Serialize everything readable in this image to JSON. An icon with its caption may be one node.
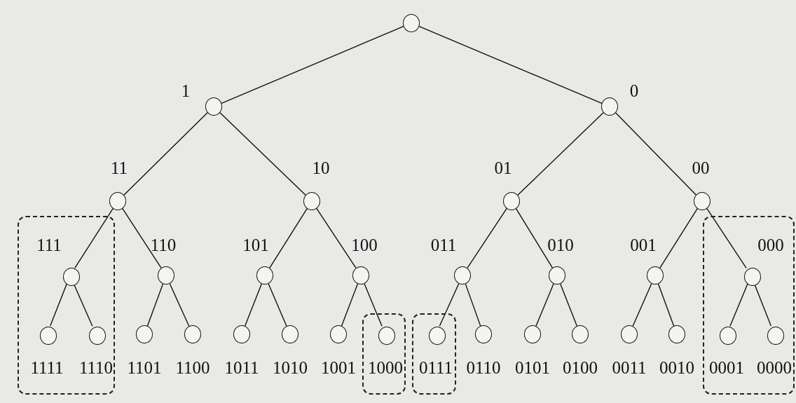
{
  "diagram": {
    "nodes": [
      {
        "text": [],
        "shape": "box"
      },
      {
        "text": [],
        "shape": "box"
      },
      {
        "text": [],
        "shape": "box"
      },
      {
        "text": [],
        "shape": "box"
      },
      {
        "text": [],
        "shape": "circle"
      },
      {
        "text": [],
        "shape": "circle",
        "beside": [
          "1"
        ]
      },
      {
        "text": [],
        "shape": "circle",
        "beside": [
          "0"
        ]
      },
      {
        "text": [],
        "shape": "circle",
        "beside": [
          "11"
        ]
      },
      {
        "text": [],
        "shape": "circle",
        "beside": [
          "10"
        ]
      },
      {
        "text": [],
        "shape": "circle",
        "beside": [
          "01"
        ]
      },
      {
        "text": [],
        "shape": "circle",
        "beside": [
          "00"
        ]
      },
      {
        "text": [],
        "shape": "circle",
        "beside": [
          "111"
        ],
        "in": 0
      },
      {
        "text": [],
        "shape": "circle",
        "beside": [
          "110"
        ]
      },
      {
        "text": [],
        "shape": "circle",
        "beside": [
          "101"
        ]
      },
      {
        "text": [],
        "shape": "circle",
        "beside": [
          "100"
        ]
      },
      {
        "text": [],
        "shape": "circle",
        "beside": [
          "011"
        ]
      },
      {
        "text": [],
        "shape": "circle",
        "beside": [
          "010"
        ]
      },
      {
        "text": [],
        "shape": "circle",
        "beside": [
          "001"
        ]
      },
      {
        "text": [],
        "shape": "circle",
        "beside": [
          "000"
        ],
        "in": 3
      },
      {
        "text": [],
        "shape": "circle",
        "beside": [
          "1111"
        ],
        "in": 0
      },
      {
        "text": [],
        "shape": "circle",
        "beside": [
          "1110"
        ],
        "in": 0
      },
      {
        "text": [],
        "shape": "circle",
        "beside": [
          "1101"
        ]
      },
      {
        "text": [],
        "shape": "circle",
        "beside": [
          "1100"
        ]
      },
      {
        "text": [],
        "shape": "circle",
        "beside": [
          "1011"
        ]
      },
      {
        "text": [],
        "shape": "circle",
        "beside": [
          "1010"
        ]
      },
      {
        "text": [],
        "shape": "circle",
        "beside": [
          "1001"
        ]
      },
      {
        "text": [],
        "shape": "circle",
        "beside": [
          "1000"
        ],
        "in": 1
      },
      {
        "text": [],
        "shape": "circle",
        "beside": [
          "0111"
        ],
        "in": 2
      },
      {
        "text": [],
        "shape": "circle",
        "beside": [
          "0110"
        ]
      },
      {
        "text": [],
        "shape": "circle",
        "beside": [
          "0101"
        ]
      },
      {
        "text": [],
        "shape": "circle",
        "beside": [
          "0100"
        ]
      },
      {
        "text": [],
        "shape": "circle",
        "beside": [
          "0011"
        ]
      },
      {
        "text": [],
        "shape": "circle",
        "beside": [
          "0010"
        ]
      },
      {
        "text": [],
        "shape": "circle",
        "beside": [
          "0001"
        ],
        "in": 3
      },
      {
        "text": [],
        "shape": "circle",
        "beside": [
          "0000"
        ],
        "in": 3
      }
    ],
    "edges": [
      {
        "from": 4,
        "to": 5,
        "arrow": "none"
      },
      {
        "from": 4,
        "to": 6,
        "arrow": "none"
      },
      {
        "from": 5,
        "to": 7,
        "arrow": "none"
      },
      {
        "from": 5,
        "to": 8,
        "arrow": "none"
      },
      {
        "from": 6,
        "to": 9,
        "arrow": "none"
      },
      {
        "from": 6,
        "to": 10,
        "arrow": "none"
      },
      {
        "from": 7,
        "to": 11,
        "arrow": "none"
      },
      {
        "from": 7,
        "to": 12,
        "arrow": "none"
      },
      {
        "from": 8,
        "to": 13,
        "arrow": "none"
      },
      {
        "from": 8,
        "to": 14,
        "arrow": "none"
      },
      {
        "from": 9,
        "to": 15,
        "arrow": "none"
      },
      {
        "from": 9,
        "to": 16,
        "arrow": "none"
      },
      {
        "from": 10,
        "to": 17,
        "arrow": "none"
      },
      {
        "from": 10,
        "to": 18,
        "arrow": "none"
      },
      {
        "from": 11,
        "to": 19,
        "arrow": "none"
      },
      {
        "from": 11,
        "to": 20,
        "arrow": "none"
      },
      {
        "from": 12,
        "to": 21,
        "arrow": "none"
      },
      {
        "from": 12,
        "to": 22,
        "arrow": "none"
      },
      {
        "from": 13,
        "to": 23,
        "arrow": "none"
      },
      {
        "from": 13,
        "to": 24,
        "arrow": "none"
      },
      {
        "from": 14,
        "to": 25,
        "arrow": "none"
      },
      {
        "from": 14,
        "to": 26,
        "arrow": "none"
      },
      {
        "from": 15,
        "to": 27,
        "arrow": "none"
      },
      {
        "from": 15,
        "to": 28,
        "arrow": "none"
      },
      {
        "from": 16,
        "to": 29,
        "arrow": "none"
      },
      {
        "from": 16,
        "to": 30,
        "arrow": "none"
      },
      {
        "from": 17,
        "to": 31,
        "arrow": "none"
      },
      {
        "from": 17,
        "to": 32,
        "arrow": "none"
      },
      {
        "from": 18,
        "to": 33,
        "arrow": "none"
      },
      {
        "from": 18,
        "to": 34,
        "arrow": "none"
      }
    ]
  }
}
